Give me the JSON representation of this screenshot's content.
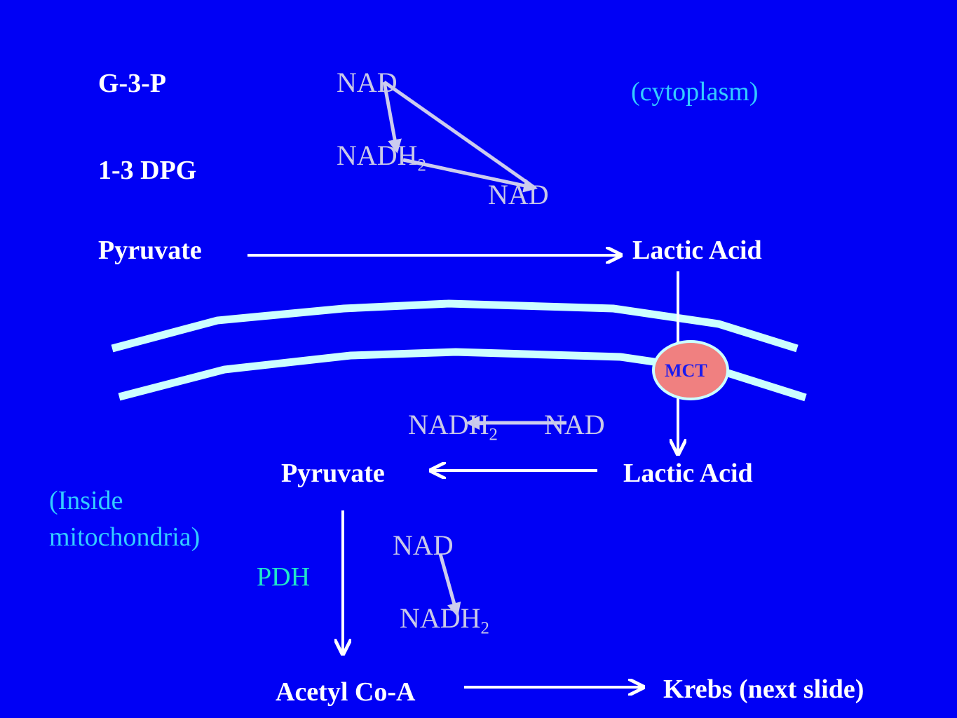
{
  "cytoplasm": {
    "g3p": "G-3-P",
    "dpg": "1-3 DPG",
    "pyruvate": "Pyruvate",
    "lactic_acid": "Lactic Acid",
    "nad_top": "NAD",
    "nadh_main": "NADH",
    "nadh_sub": "2",
    "nad_right": "NAD",
    "region_label": "(cytoplasm)"
  },
  "membrane": {
    "transporter": "MCT"
  },
  "mitochondria": {
    "region_label_line1": "(Inside",
    "region_label_line2": "mitochondria)",
    "nadh_main": "NADH",
    "nadh_sub": "2",
    "nad": "NAD",
    "pyruvate": "Pyruvate",
    "lactic_acid": "Lactic Acid",
    "enzyme": "PDH",
    "nad_lower": "NAD",
    "nadh_lower_main": "NADH",
    "nadh_lower_sub": "2",
    "acetyl_coa": "Acetyl Co-A",
    "krebs": "Krebs (next slide)"
  },
  "colors": {
    "background": "#0000F5",
    "membrane": "#CCFFFF",
    "transporter_fill": "#F08080",
    "cofactor_arrow": "#CCCCEE",
    "main_arrow": "#FFFFFF"
  }
}
